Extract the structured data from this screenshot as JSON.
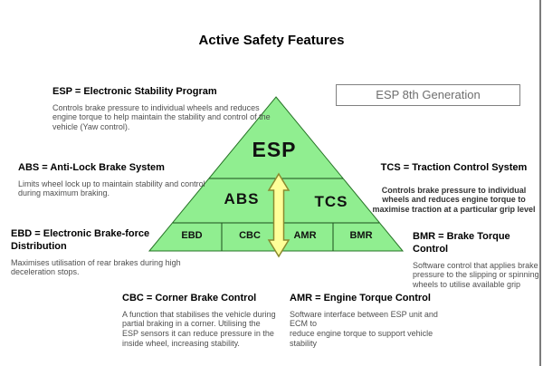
{
  "title": "Active Safety Features",
  "generation_label": "ESP 8th Generation",
  "pyramid": {
    "top": "ESP",
    "middle_left": "ABS",
    "middle_right": "TCS",
    "bottom": [
      "EBD",
      "CBC",
      "AMR",
      "BMR"
    ]
  },
  "notes": {
    "esp": {
      "heading": "ESP = Electronic Stability Program",
      "description": "Controls brake pressure to individual wheels and reduces\nengine torque to help maintain the stability and control of the\nvehicle (Yaw control)."
    },
    "abs": {
      "heading": "ABS = Anti-Lock Brake System",
      "description": "Limits wheel lock up to maintain stability and control\nduring maximum braking."
    },
    "ebd": {
      "heading": "EBD = Electronic Brake-force\nDistribution",
      "description": "Maximises utilisation of rear brakes during high\ndeceleration stops."
    },
    "cbc": {
      "heading": "CBC = Corner Brake Control",
      "description": "A function that stabilises the vehicle during\npartial braking in a corner. Utilising the\nESP sensors it can reduce pressure in the\ninside wheel, increasing stability."
    },
    "amr": {
      "heading": "AMR = Engine Torque Control",
      "description": "Software interface between ESP unit and ECM to\nreduce engine torque to support vehicle stability"
    },
    "tcs": {
      "heading": "TCS = Traction Control System",
      "description": "Controls brake pressure to individual\nwheels and reduces engine torque to\nmaximise traction at a particular grip level"
    },
    "bmr": {
      "heading": "BMR = Brake Torque Control",
      "description": "Software control that applies brake\npressure to the slipping or spinning\nwheels to utilise available grip"
    }
  },
  "colors": {
    "pyramid_fill": "#90EE90",
    "pyramid_stroke": "#267326",
    "divider_stroke": "#1d4f1d",
    "arrow_fill": "#FFFF99",
    "arrow_stroke": "#8a8a2e",
    "box_border": "#808080",
    "window_edge": "#7b7b7b"
  }
}
